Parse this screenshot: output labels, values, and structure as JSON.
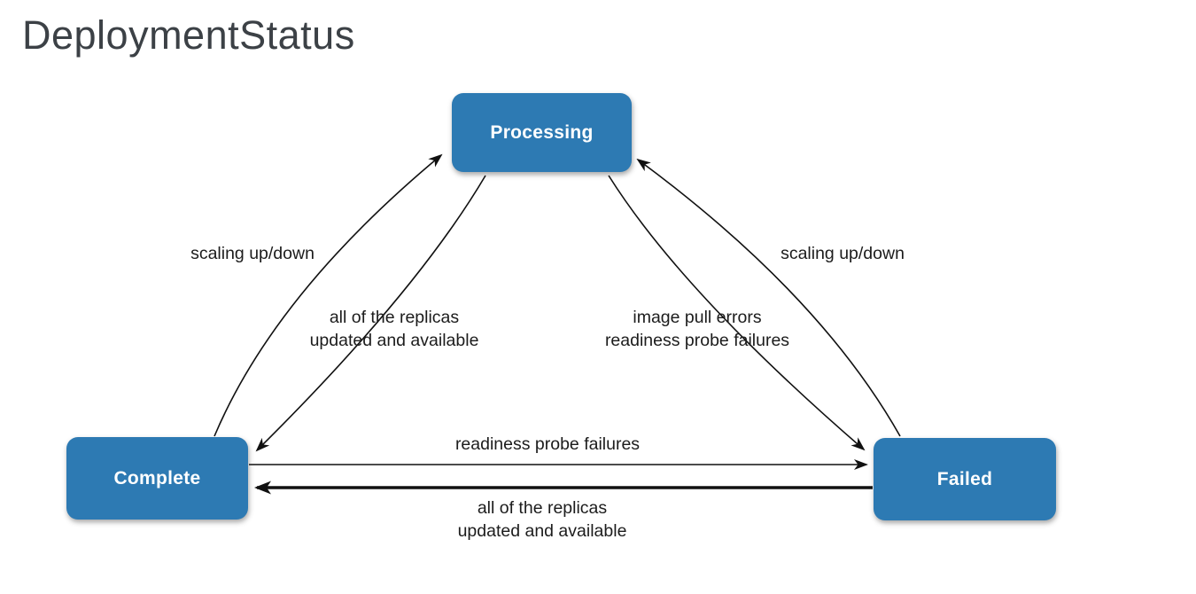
{
  "title": "DeploymentStatus",
  "colors": {
    "background": "#ffffff",
    "title": "#3c4146",
    "label": "#1c1c1c",
    "edge": "#111111",
    "node_fill": "#2d7ab3",
    "node_text": "#ffffff"
  },
  "nodes": {
    "processing": {
      "label": "Processing"
    },
    "complete": {
      "label": "Complete"
    },
    "failed": {
      "label": "Failed"
    }
  },
  "edges": {
    "complete_to_processing": {
      "from": "Complete",
      "to": "Processing",
      "label": "scaling up/down"
    },
    "failed_to_processing": {
      "from": "Failed",
      "to": "Processing",
      "label": "scaling up/down"
    },
    "processing_to_complete": {
      "from": "Processing",
      "to": "Complete",
      "label": "all of the replicas\nupdated and available"
    },
    "processing_to_failed": {
      "from": "Processing",
      "to": "Failed",
      "label": "image pull errors\nreadiness probe failures"
    },
    "complete_to_failed": {
      "from": "Complete",
      "to": "Failed",
      "label": "readiness probe failures"
    },
    "failed_to_complete": {
      "from": "Failed",
      "to": "Complete",
      "label": "all of the replicas\nupdated and available"
    }
  }
}
